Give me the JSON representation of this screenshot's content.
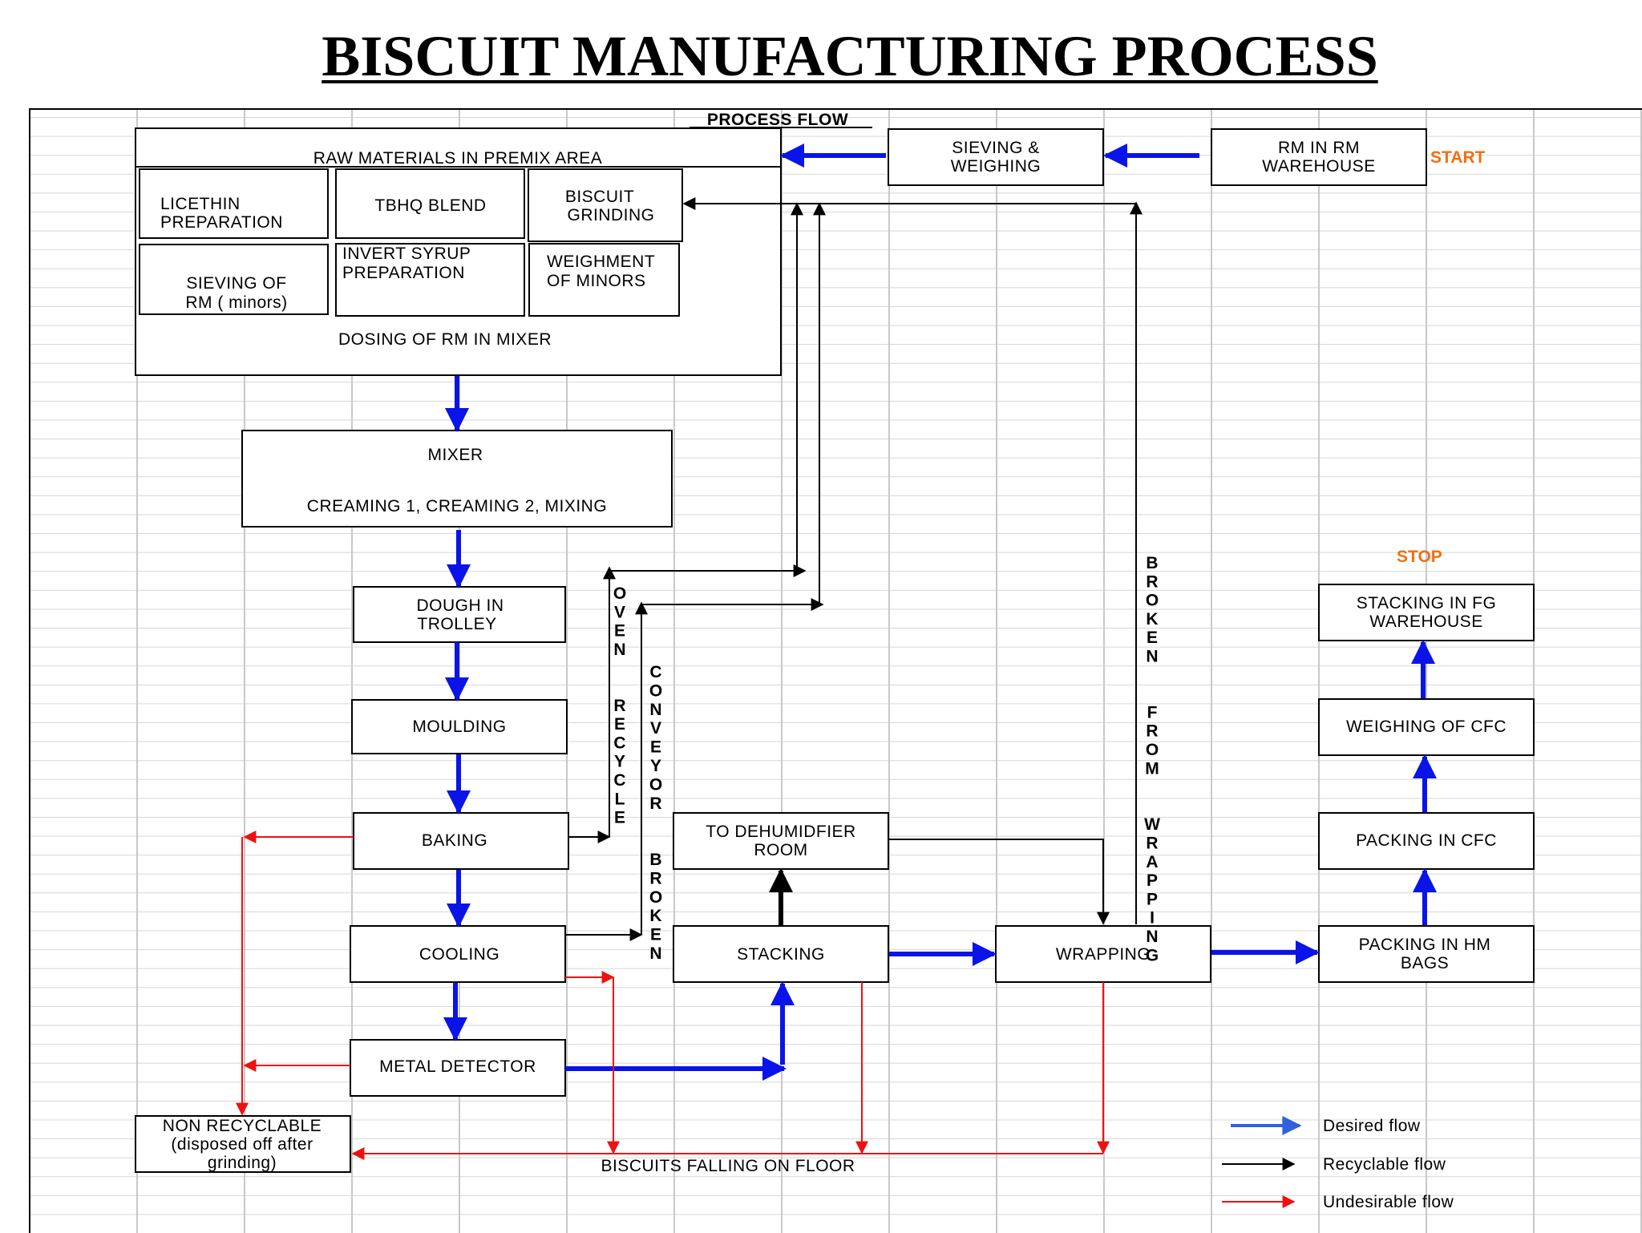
{
  "title": "BISCUIT MANUFACTURING PROCESS",
  "process_flow_label": "PROCESS FLOW",
  "start_label": "START",
  "stop_label": "STOP",
  "premix": {
    "header": "RAW MATERIALS IN PREMIX AREA",
    "lecithin": [
      "LICETHIN",
      "PREPARATION"
    ],
    "tbhq": "TBHQ BLEND",
    "biscuit_grinding": [
      "BISCUIT",
      "GRINDING"
    ],
    "sieving_rm": [
      "SIEVING OF",
      "RM ( minors)"
    ],
    "invert_syrup": [
      "INVERT SYRUP",
      "PREPARATION"
    ],
    "weighment": [
      "WEIGHMENT",
      "OF MINORS"
    ],
    "dosing": "DOSING OF RM IN MIXER"
  },
  "sieving_weighing": [
    "SIEVING &",
    "WEIGHING"
  ],
  "rm_warehouse": [
    "RM IN RM",
    "WAREHOUSE"
  ],
  "mixer": [
    "MIXER",
    "CREAMING 1, CREAMING 2, MIXING"
  ],
  "dough": [
    "DOUGH IN",
    "TROLLEY"
  ],
  "moulding": "MOULDING",
  "baking": "BAKING",
  "cooling": "COOLING",
  "metal_detector": "METAL DETECTOR",
  "dehumidifier": [
    "TO DEHUMIDFIER",
    "ROOM"
  ],
  "stacking": "STACKING",
  "wrapping": "WRAPPING",
  "packing_hm": [
    "PACKING IN HM",
    "BAGS"
  ],
  "packing_cfc": "PACKING IN CFC",
  "weighing_cfc": "WEIGHING OF CFC",
  "stacking_fg": [
    "STACKING IN FG",
    "WAREHOUSE"
  ],
  "non_recyclable": [
    "NON RECYCLABLE",
    "(disposed off after",
    "grinding)"
  ],
  "floor_label": "BISCUITS FALLING ON FLOOR",
  "vertical_labels": {
    "oven_recycle": "OVEN  RECYCLE",
    "conveyor_broken": "CONVEYOR  BROKEN",
    "broken_from_wrapping": "BROKEN  FROM  WRAPPING"
  },
  "legend": [
    {
      "label": "Desired flow",
      "color": "#3060e0"
    },
    {
      "label": "Recyclable flow",
      "color": "#000000"
    },
    {
      "label": "Undesirable flow",
      "color": "#ee1111"
    }
  ]
}
